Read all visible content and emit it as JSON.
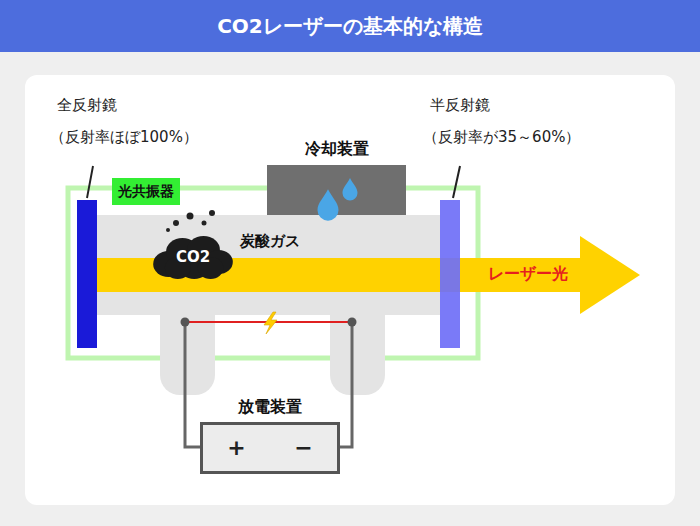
{
  "diagram": {
    "title": "CO2レーザーの基本的な構造",
    "nodes": [
      {
        "text": [
          "光共振器"
        ]
      },
      {
        "text": [
          "冷却装置"
        ]
      },
      {
        "text": [
          "CO2"
        ]
      },
      {
        "text": [
          "放電装置",
          "+",
          "−"
        ]
      }
    ],
    "labels": [
      "全反射鏡",
      "（反射率ほぼ100%）",
      "半反射鏡",
      "（反射率が35～60%）",
      "炭酸ガス",
      "レーザー光"
    ]
  }
}
